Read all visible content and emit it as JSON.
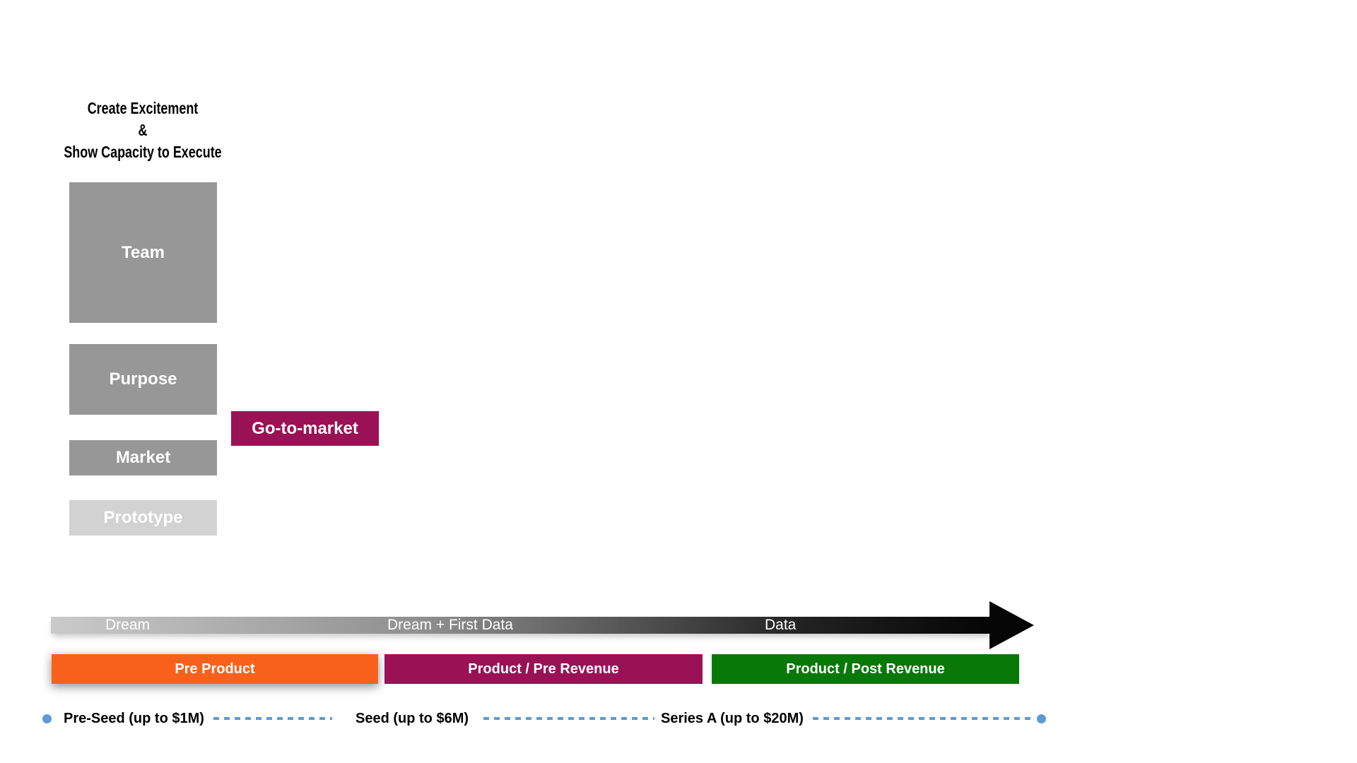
{
  "colors": {
    "pillar_gray": "#979797",
    "prototype_gray": "#D2D2D2",
    "magenta": "#9B1156",
    "orange": "#F8611C",
    "green": "#087808",
    "blue": "#5B9BD5",
    "arrow_black": "#050505",
    "timeline_gradient": "linear-gradient(to right, #CACACA 0%, #8E8E8E 40%, #222222 80%, #050505 100%)",
    "dash_pattern": "repeating-linear-gradient(to right, #5B9BD5 0px, #5B9BD5 8px, transparent 8px, transparent 15px)"
  },
  "header": {
    "line1": "Create Excitement",
    "line2": "&",
    "line3": "Show Capacity to Execute"
  },
  "pillars": [
    {
      "label": "Team"
    },
    {
      "label": "Purpose"
    },
    {
      "label": "Market"
    },
    {
      "label": "Prototype"
    }
  ],
  "gtm": {
    "label": "Go-to-market"
  },
  "timeline": {
    "phases": [
      {
        "label": "Dream"
      },
      {
        "label": "Dream + First Data"
      },
      {
        "label": "Data"
      }
    ]
  },
  "stages": [
    {
      "label": "Pre Product"
    },
    {
      "label": "Product / Pre Revenue"
    },
    {
      "label": "Product / Post Revenue"
    }
  ],
  "funding": {
    "rounds": [
      {
        "label": "Pre-Seed (up to $1M)"
      },
      {
        "label": "Seed (up to $6M)"
      },
      {
        "label": "Series A (up to $20M)"
      }
    ]
  }
}
